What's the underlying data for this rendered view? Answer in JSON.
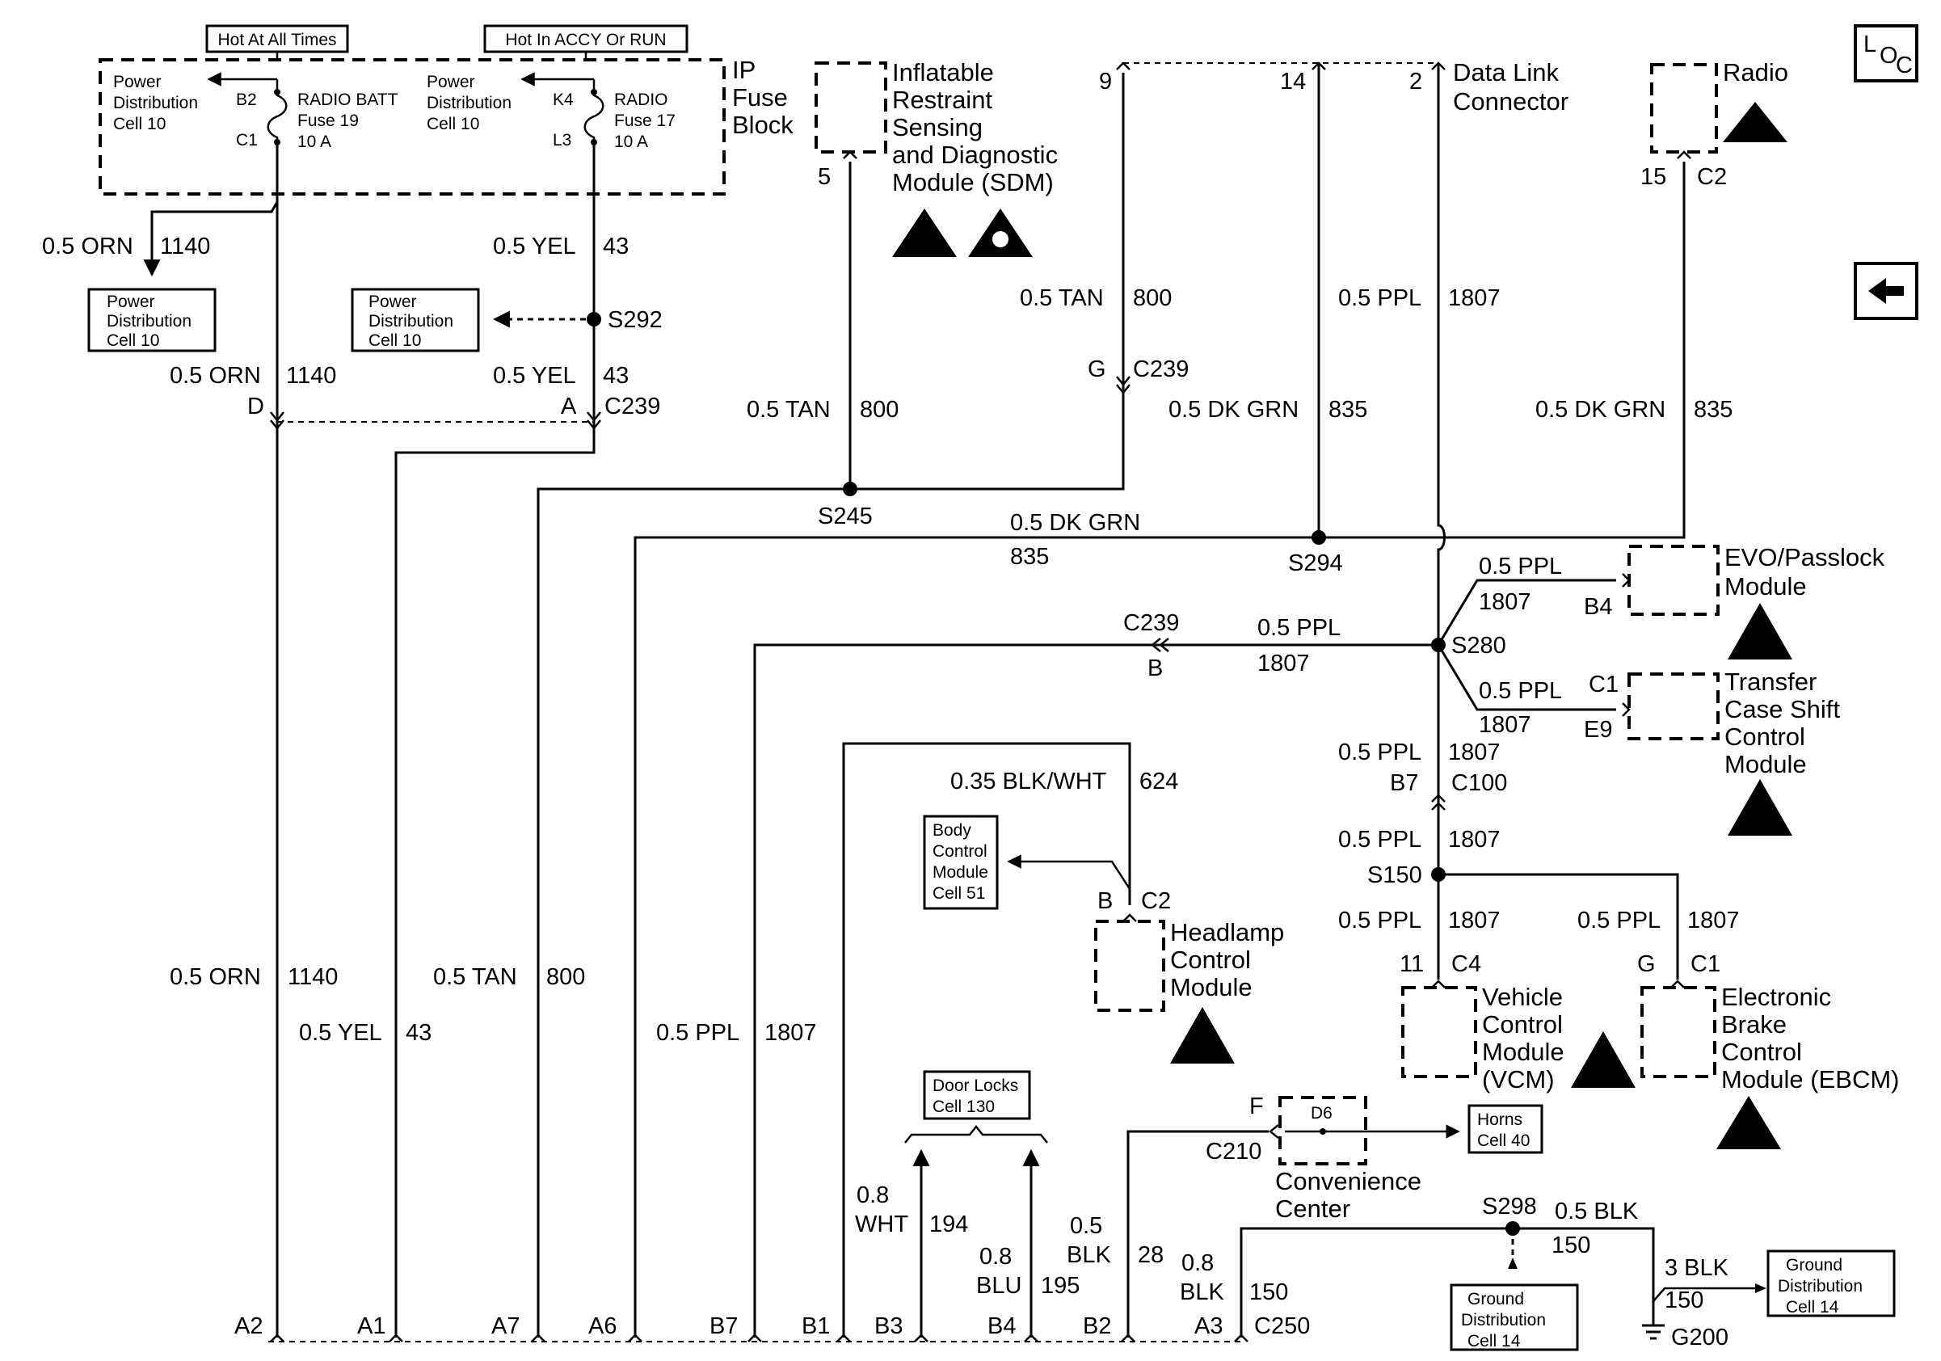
{
  "fuse_block": {
    "hot_all_times": "Hot At All Times",
    "hot_accy_run": "Hot In ACCY Or RUN",
    "title_line1": "IP",
    "title_line2": "Fuse",
    "title_line3": "Block",
    "pdc_line1": "Power",
    "pdc_line2": "Distribution",
    "pdc_line3": "Cell 10",
    "radio_batt_line1": "RADIO BATT",
    "radio_batt_line2": "Fuse 19",
    "radio_batt_line3": "10 A",
    "radio_line1": "RADIO",
    "radio_line2": "Fuse 17",
    "radio_line3": "10 A",
    "pin_b2": "B2",
    "pin_c1": "C1",
    "pin_k4": "K4",
    "pin_l3": "L3"
  },
  "refs": {
    "pdc_a_line1": "Power",
    "pdc_a_line2": "Distribution",
    "pdc_a_line3": "Cell 10",
    "pdc_b_line1": "Power",
    "pdc_b_line2": "Distribution",
    "pdc_b_line3": "Cell 10",
    "bcm_line1": "Body",
    "bcm_line2": "Control",
    "bcm_line3": "Module",
    "bcm_line4": "Cell 51",
    "door_line1": "Door Locks",
    "door_line2": "Cell 130",
    "horns_line1": "Horns",
    "horns_line2": "Cell 40",
    "gnd_a_line1": "Ground",
    "gnd_a_line2": "Distribution",
    "gnd_a_line3": "Cell 14",
    "gnd_b_line1": "Ground",
    "gnd_b_line2": "Distribution",
    "gnd_b_line3": "Cell 14"
  },
  "components": {
    "sdm_line1": "Inflatable",
    "sdm_line2": "Restraint",
    "sdm_line3": "Sensing",
    "sdm_line4": "and Diagnostic",
    "sdm_line5": "Module (SDM)",
    "dlc_line1": "Data Link",
    "dlc_line2": "Connector",
    "radio": "Radio",
    "evo_line1": "EVO/Passlock",
    "evo_line2": "Module",
    "tcs_line1": "Transfer",
    "tcs_line2": "Case Shift",
    "tcs_line3": "Control",
    "tcs_line4": "Module",
    "hcm_line1": "Headlamp",
    "hcm_line2": "Control",
    "hcm_line3": "Module",
    "vcm_line1": "Vehicle",
    "vcm_line2": "Control",
    "vcm_line3": "Module",
    "vcm_line4": "(VCM)",
    "ebcm_line1": "Electronic",
    "ebcm_line2": "Brake",
    "ebcm_line3": "Control",
    "ebcm_line4": "Module (EBCM)",
    "cc_line1": "Convenience",
    "cc_line2": "Center",
    "cc_d6": "D6"
  },
  "nav": {
    "loc_l": "L",
    "loc_o": "O",
    "loc_c": "C",
    "back_glyph": "🡐"
  },
  "wires": {
    "orn": "0.5 ORN",
    "c1140": "1140",
    "yel": "0.5 YEL",
    "c43": "43",
    "tan": "0.5 TAN",
    "c800": "800",
    "dkgrn": "0.5 DK GRN",
    "c835": "835",
    "ppl": "0.5 PPL",
    "c1807": "1807",
    "blkwht": "0.35 BLK/WHT",
    "c624": "624",
    "wht_a": "0.8",
    "wht_b": "WHT",
    "c194": "194",
    "blu_a": "0.8",
    "blu_b": "BLU",
    "c195": "195",
    "blk5_a": "0.5",
    "blk5_b": "BLK",
    "c28": "28",
    "blk8_a": "0.8",
    "blk8_b": "BLK",
    "c150": "150",
    "blk05": "0.5 BLK",
    "blk3": "3 BLK"
  },
  "splices": {
    "s292": "S292",
    "s245": "S245",
    "s294": "S294",
    "s280": "S280",
    "s150": "S150",
    "s298": "S298",
    "g200": "G200"
  },
  "connectors": {
    "c239": "C239",
    "c2": "C2",
    "c100": "C100",
    "c4": "C4",
    "c1": "C1",
    "c210": "C210",
    "c250": "C250",
    "pin_d": "D",
    "pin_a": "A",
    "pin_g": "G",
    "pin_b": "B",
    "pin_b4": "B4",
    "pin_e9": "E9",
    "pin_b7": "B7",
    "pin_11": "11",
    "pin_f": "F",
    "pin_5": "5",
    "pin_9": "9",
    "pin_14": "14",
    "pin_2": "2",
    "pin_15": "15",
    "bottom": [
      "A2",
      "A1",
      "A7",
      "A6",
      "B7",
      "B1",
      "B3",
      "B4",
      "B2",
      "A3"
    ]
  }
}
